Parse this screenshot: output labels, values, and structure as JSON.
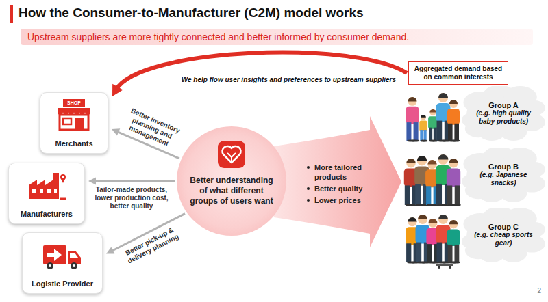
{
  "diagram": {
    "title": "How the Consumer-to-Manufacturer (C2M) model works",
    "nodes": [
      {
        "text": [
          "Upstream suppliers are more tightly connected and better informed by consumer demand."
        ]
      },
      {
        "text": [
          "Merchants"
        ]
      },
      {
        "text": [
          "Manufacturers"
        ]
      },
      {
        "text": [
          "Logistic Provider"
        ]
      },
      {
        "text": [
          "Better understanding of what different groups of users want"
        ]
      },
      {
        "text": [
          "Aggregated demand based on common interests"
        ]
      },
      {
        "text": [
          "Group A",
          "(e.g. high quality baby products)"
        ]
      },
      {
        "text": [
          "Group B",
          "(e.g. Japanese snacks)"
        ]
      },
      {
        "text": [
          "Group C",
          "(e.g. cheap sports gear)"
        ]
      }
    ],
    "edges": [
      {
        "from": 5,
        "to": 1,
        "arrow": "to",
        "label": "We help flow user insights and preferences to upstream suppliers"
      },
      {
        "from": 4,
        "to": 1,
        "arrow": "to",
        "label": "Better inventory planning and management"
      },
      {
        "from": 4,
        "to": 2,
        "arrow": "to",
        "label": "Tailor-made products, lower production cost, better quality"
      },
      {
        "from": 4,
        "to": 3,
        "arrow": "to",
        "label": "Better pick-up & delivery planning"
      }
    ],
    "labels": [
      "SHOP",
      "More tailored products",
      "Better quality",
      "Lower prices",
      "2"
    ]
  }
}
